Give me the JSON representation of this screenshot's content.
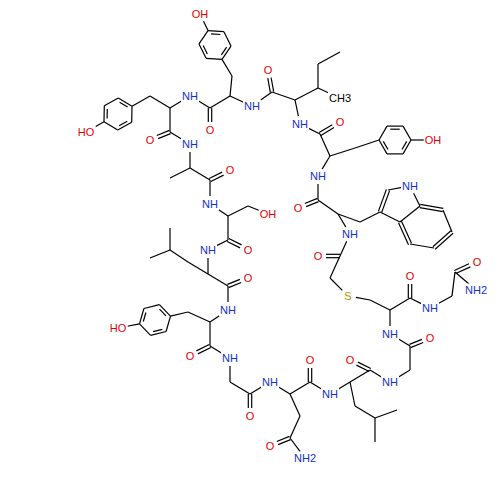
{
  "diagram": {
    "labels": [
      "S",
      "O",
      "NH",
      "NH",
      "O",
      "NH",
      "OH",
      "O",
      "NH",
      "CH3",
      "O",
      "NH",
      "OH",
      "O",
      "NH",
      "HO",
      "O",
      "NH",
      "O",
      "NH",
      "OH",
      "O",
      "NH",
      "O",
      "NH",
      "HO",
      "O",
      "NH",
      "O",
      "NH",
      "O",
      "NH2",
      "O",
      "NH",
      "O",
      "NH",
      "O",
      "NH",
      "O",
      "NH",
      "O",
      "NH2"
    ]
  }
}
